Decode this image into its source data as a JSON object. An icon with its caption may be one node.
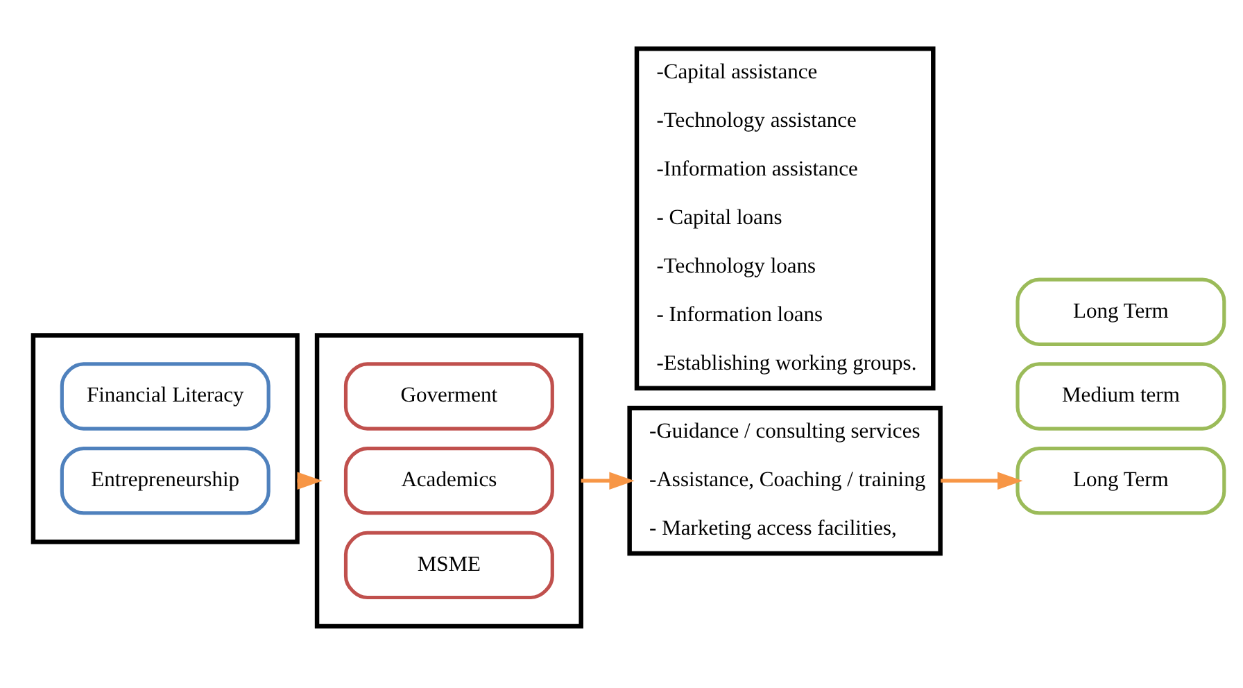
{
  "diagram": {
    "nodes": [
      {
        "text": [],
        "shape": "box"
      },
      {
        "text": [
          "Financial Literacy"
        ],
        "in": 0
      },
      {
        "text": [
          "Entrepreneurship"
        ],
        "in": 0
      },
      {
        "text": [],
        "shape": "box"
      },
      {
        "text": [
          "Goverment"
        ],
        "in": 3
      },
      {
        "text": [
          "Academics"
        ],
        "in": 3
      },
      {
        "text": [
          "MSME"
        ],
        "in": 3
      },
      {
        "text": [
          "-Guidance / consulting services",
          "-Assistance, Coaching / training",
          "- Marketing access facilities,"
        ]
      },
      {
        "text": [
          "-Capital assistance",
          "-Technology assistance",
          "-Information assistance",
          "- Capital loans",
          "-Technology loans",
          "- Information loans",
          "-Establishing working groups."
        ]
      },
      {
        "text": [
          "Long Term"
        ]
      },
      {
        "text": [
          "Medium term"
        ]
      },
      {
        "text": [
          "Long Term"
        ]
      }
    ],
    "edges": [
      {
        "from": 0,
        "to": 3,
        "arrow": "to"
      },
      {
        "from": 3,
        "to": 7,
        "arrow": "to"
      },
      {
        "from": 7,
        "to": 9,
        "arrow": "to"
      }
    ]
  }
}
